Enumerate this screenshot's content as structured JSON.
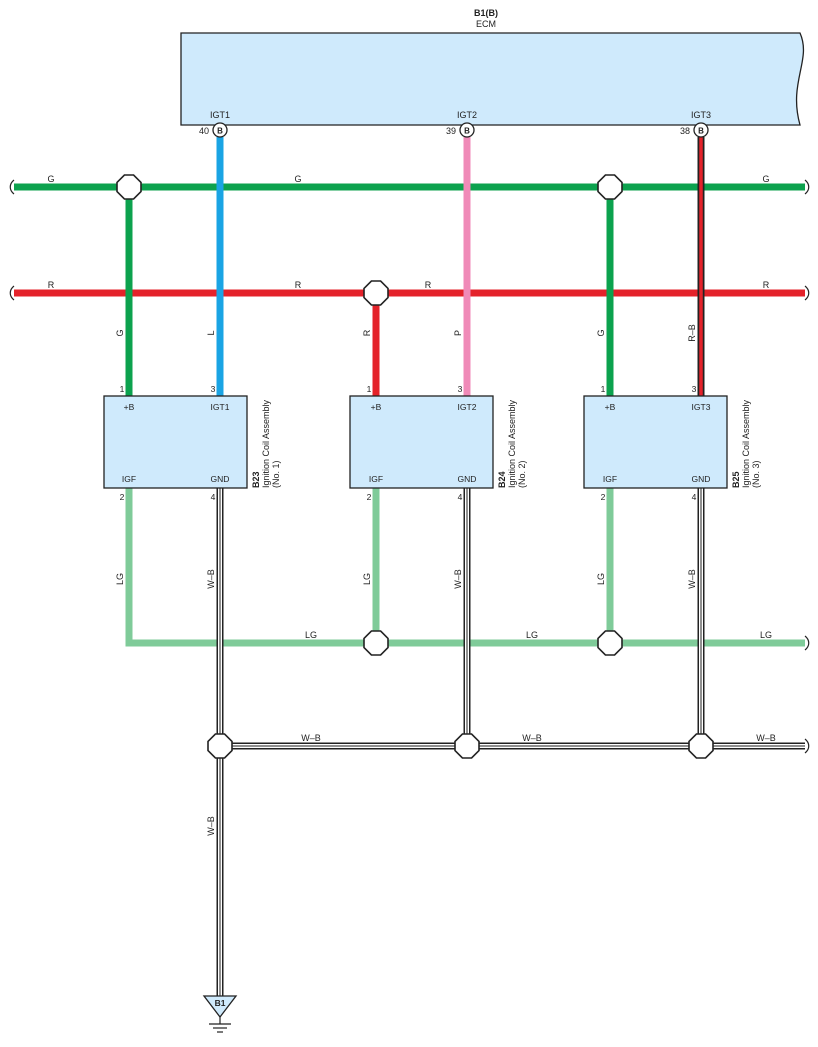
{
  "ecm": {
    "connector": "B1(B)",
    "name": "ECM"
  },
  "ecm_pins": [
    {
      "signal": "IGT1",
      "number": "40",
      "badge": "B"
    },
    {
      "signal": "IGT2",
      "number": "39",
      "badge": "B"
    },
    {
      "signal": "IGT3",
      "number": "38",
      "badge": "B"
    }
  ],
  "wire_labels": {
    "g_left": "G",
    "g_mid": "G",
    "g_right": "G",
    "r_left": "R",
    "r_mid1": "R",
    "r_mid2": "R",
    "r_right": "R",
    "drop_g1": "G",
    "drop_l": "L",
    "drop_r": "R",
    "drop_p": "P",
    "drop_g3": "G",
    "drop_rb": "R–B",
    "lg_d1": "LG",
    "wb_d1": "W–B",
    "lg_d2": "LG",
    "wb_d2": "W–B",
    "lg_d3": "LG",
    "wb_d3": "W–B",
    "lg_h1": "LG",
    "lg_h2": "LG",
    "lg_h3": "LG",
    "wb_h1": "W–B",
    "wb_h2": "W–B",
    "wb_h3": "W–B",
    "wb_ground": "W–B"
  },
  "coils": [
    {
      "code": "B23",
      "name": "Ignition Coil Assembly",
      "number": "(No. 1)",
      "pin_b": "+B",
      "pin_igt": "IGT1",
      "pin_igf": "IGF",
      "pin_gnd": "GND",
      "n_b": "1",
      "n_igt": "3",
      "n_igf": "2",
      "n_gnd": "4"
    },
    {
      "code": "B24",
      "name": "Ignition Coil Assembly",
      "number": "(No. 2)",
      "pin_b": "+B",
      "pin_igt": "IGT2",
      "pin_igf": "IGF",
      "pin_gnd": "GND",
      "n_b": "1",
      "n_igt": "3",
      "n_igf": "2",
      "n_gnd": "4"
    },
    {
      "code": "B25",
      "name": "Ignition Coil Assembly",
      "number": "(No. 3)",
      "pin_b": "+B",
      "pin_igt": "IGT3",
      "pin_igf": "IGF",
      "pin_gnd": "GND",
      "n_b": "1",
      "n_igt": "3",
      "n_igf": "2",
      "n_gnd": "4"
    }
  ],
  "ground": {
    "label": "B1"
  },
  "colors": {
    "box_fill": "#cfeafc",
    "green": "#0ca24e",
    "red": "#e4222a",
    "blue": "#1aa4e4",
    "pink": "#f08ab8",
    "light_green": "#7fcb99",
    "red_black_fill": "#e4222a",
    "black": "#222222"
  }
}
